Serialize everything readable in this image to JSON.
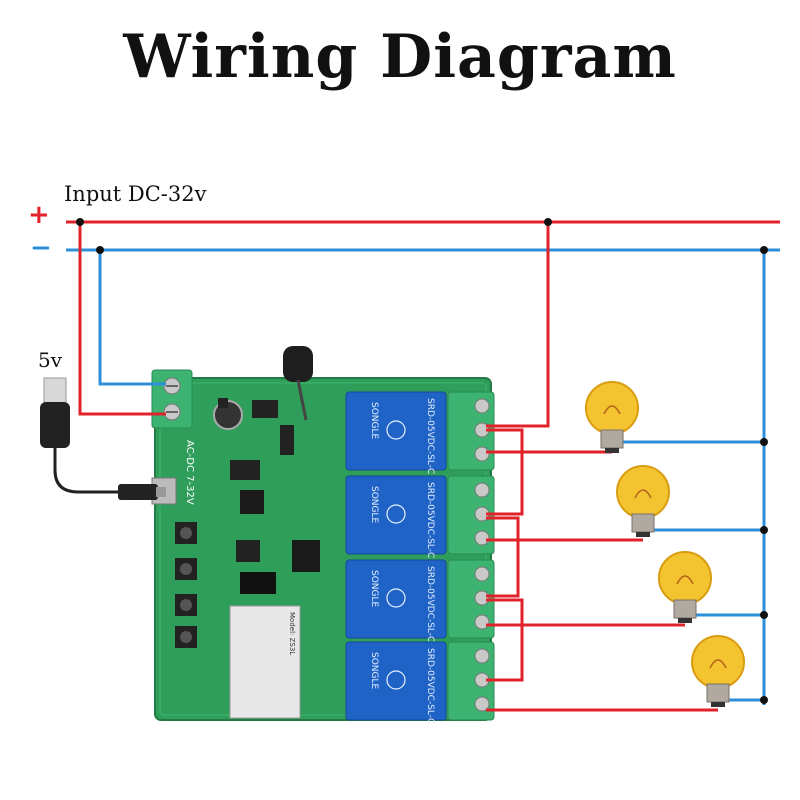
{
  "title": "Wiring Diagram",
  "labels": {
    "input": "Input DC-32v",
    "usb": "5v",
    "plus": "+",
    "minus": "−"
  },
  "board": {
    "power_marking": "AC-DC 7-32V",
    "relay_marking": "SRD-05VDC-SL-C",
    "relay_brand": "SONGLE",
    "module_marking": "Model: ZS3L"
  },
  "colors": {
    "positive_wire": "#e0222a",
    "negative_wire": "#2d8fd8",
    "pcb": "#2f9e5a",
    "relay": "#1f63c6",
    "terminal": "#3cb371",
    "bulb": "#f4c430"
  }
}
